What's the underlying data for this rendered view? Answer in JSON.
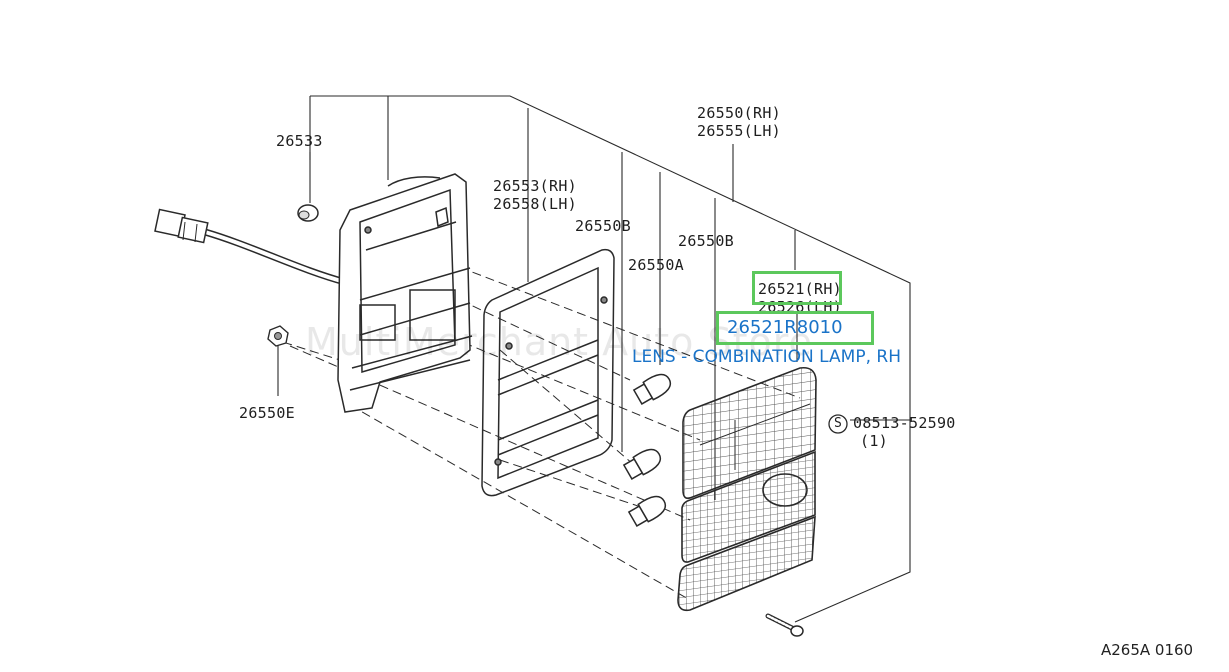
{
  "diagram": {
    "callouts": {
      "p26533": "26533",
      "p26553": "26553(RH)",
      "p26558": "26558(LH)",
      "p26550b_1": "26550B",
      "p26550b_2": "26550B",
      "p26550a": "26550A",
      "p26550_rh": "26550(RH)",
      "p26555_lh": "26555(LH)",
      "p26521_rh": "26521(RH)",
      "p26526_lh": "26526(LH)",
      "p26550e": "26550E",
      "screw_no": "08513-52590",
      "screw_qty": "(1)",
      "screw_symbol": "S"
    },
    "highlight": {
      "part_number": "26521R8010",
      "description": "LENS - COMBINATION LAMP, RH"
    },
    "watermark": "MultiMerchant Auto Store",
    "reference": "A265A 0160",
    "colors": {
      "highlight_border": "#5cc85c",
      "link_text": "#1a73c8",
      "line": "#2a2a2a"
    }
  }
}
